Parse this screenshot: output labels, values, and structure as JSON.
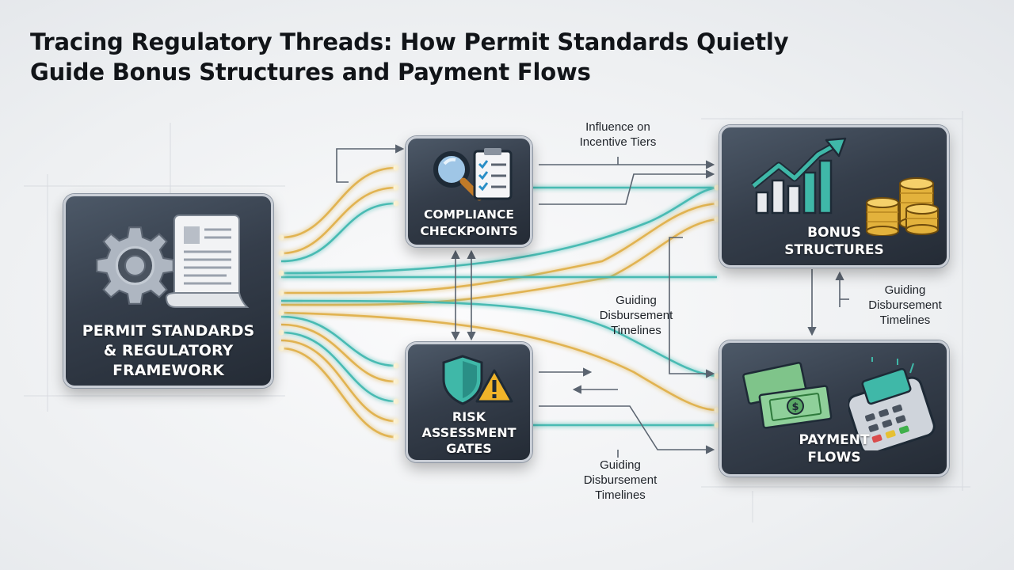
{
  "title": {
    "line1": "Tracing Regulatory Threads: How Permit Standards Quietly",
    "line2": "Guide Bonus Structures and Payment Flows"
  },
  "nodes": {
    "permit": {
      "line1": "Permit Standards",
      "line2": "& Regulatory",
      "line3": "Framework"
    },
    "compliance": {
      "line1": "Compliance",
      "line2": "Checkpoints"
    },
    "risk": {
      "line1": "Risk",
      "line2": "Assessment",
      "line3": "Gates"
    },
    "bonus": {
      "line1": "Bonus",
      "line2": "Structures"
    },
    "payment": {
      "line1": "Payment",
      "line2": "Flows"
    }
  },
  "annotations": {
    "incentive": {
      "line1": "Influence on",
      "line2": "Incentive Tiers"
    },
    "center": {
      "line1": "Guiding",
      "line2": "Disbursement",
      "line3": "Timelines"
    },
    "right": {
      "line1": "Guiding",
      "line2": "Disbursement",
      "line3": "Timelines"
    },
    "bottom": {
      "line1": "Guiding",
      "line2": "Disbursement",
      "line3": "Timelines"
    }
  },
  "colors": {
    "gold_thread": "#e0b04a",
    "teal_thread": "#3fb8b0",
    "node_fill": "#363f4c",
    "arrow": "#5b6470"
  },
  "icons": [
    "gear-icon",
    "document-scroll-icon",
    "magnifier-icon",
    "checklist-icon",
    "shield-icon",
    "warning-icon",
    "growth-chart-icon",
    "coin-stack-icon",
    "cash-stack-icon",
    "payment-terminal-icon"
  ]
}
